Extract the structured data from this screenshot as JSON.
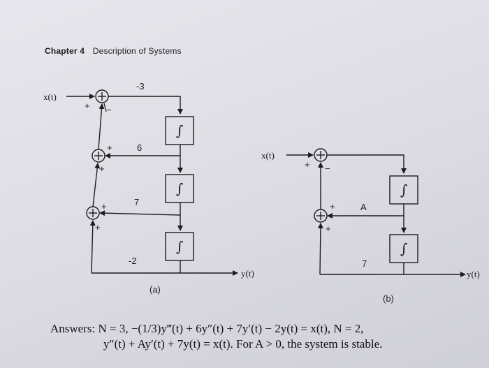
{
  "header": {
    "chapter_label": "Chapter 4",
    "chapter_title": "Description of Systems"
  },
  "diagram_a": {
    "input_label": "x(t)",
    "output_label": "y(t)",
    "caption": "(a)",
    "gains": [
      "-3",
      "6",
      "7",
      "-2"
    ],
    "integrator_symbol": "∫"
  },
  "diagram_b": {
    "input_label": "x(t)",
    "output_label": "y(t)",
    "caption": "(b)",
    "gains": [
      "A",
      "7"
    ],
    "integrator_symbol": "∫"
  },
  "answers": {
    "line1": "Answers: N = 3, −(1/3)y‴(t) + 6y″(t) + 7y′(t) − 2y(t) = x(t), N = 2,",
    "line2": "y″(t) + Ay′(t) + 7y(t) = x(t). For A > 0, the system is stable."
  }
}
